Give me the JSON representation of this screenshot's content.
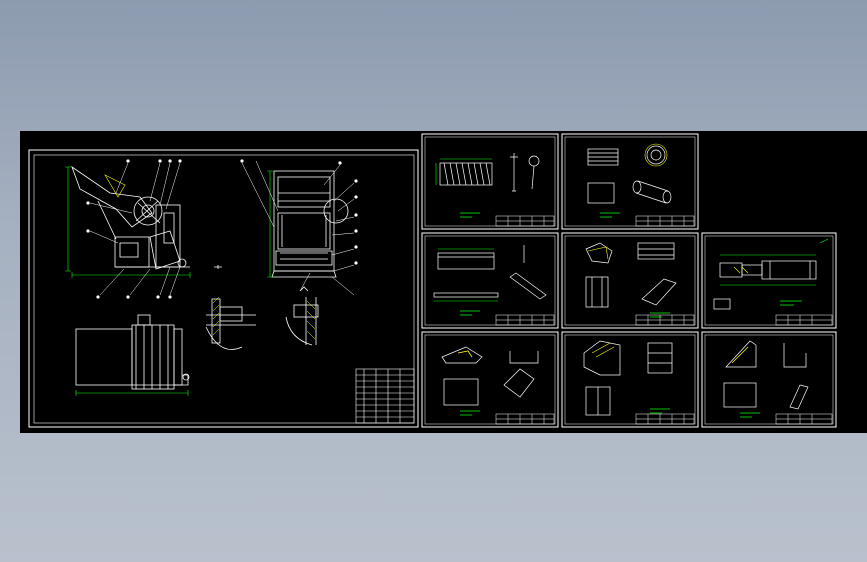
{
  "colors": {
    "background_top": "#8d9bb0",
    "background_bottom": "#b9c1cd",
    "canvas": "#000000",
    "frame": "#ffffff",
    "geometry": "#ffffff",
    "dimension": "#00ff00",
    "title_text": "#00ff00",
    "hatch": "#ffff00",
    "callout": "#ffffff"
  },
  "drawing": {
    "main_assembly": {
      "sheet": "assembly",
      "callout_count": 18
    },
    "part_sheets": [
      {
        "id": "sheet-1",
        "row": 1,
        "col": 1
      },
      {
        "id": "sheet-2",
        "row": 1,
        "col": 2
      },
      {
        "id": "sheet-3",
        "row": 2,
        "col": 1
      },
      {
        "id": "sheet-4",
        "row": 2,
        "col": 2
      },
      {
        "id": "sheet-5",
        "row": 2,
        "col": 3
      },
      {
        "id": "sheet-6",
        "row": 3,
        "col": 1
      },
      {
        "id": "sheet-7",
        "row": 3,
        "col": 2
      },
      {
        "id": "sheet-8",
        "row": 3,
        "col": 3
      }
    ]
  }
}
